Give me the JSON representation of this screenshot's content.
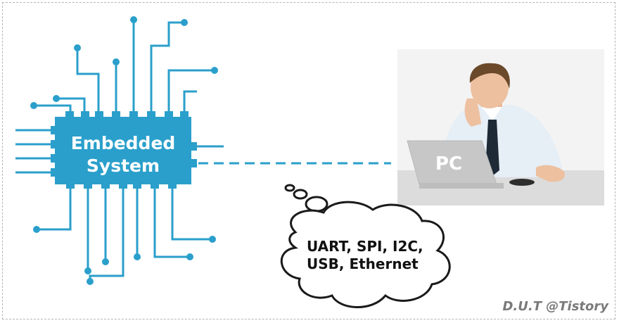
{
  "chip": {
    "line1": "Embedded",
    "line2": "System"
  },
  "pc": {
    "label": "PC"
  },
  "bubble": {
    "line1": "UART, SPI, I2C,",
    "line2": "USB, Ethernet"
  },
  "watermark": {
    "text": "D.U.T @Tistory"
  },
  "colors": {
    "chip": "#2a9fcb",
    "pin": "#2a9fcb",
    "link": "#2a9fcb",
    "laptop": "#c5c5c5",
    "photo_bg": "#f2f2f2"
  }
}
